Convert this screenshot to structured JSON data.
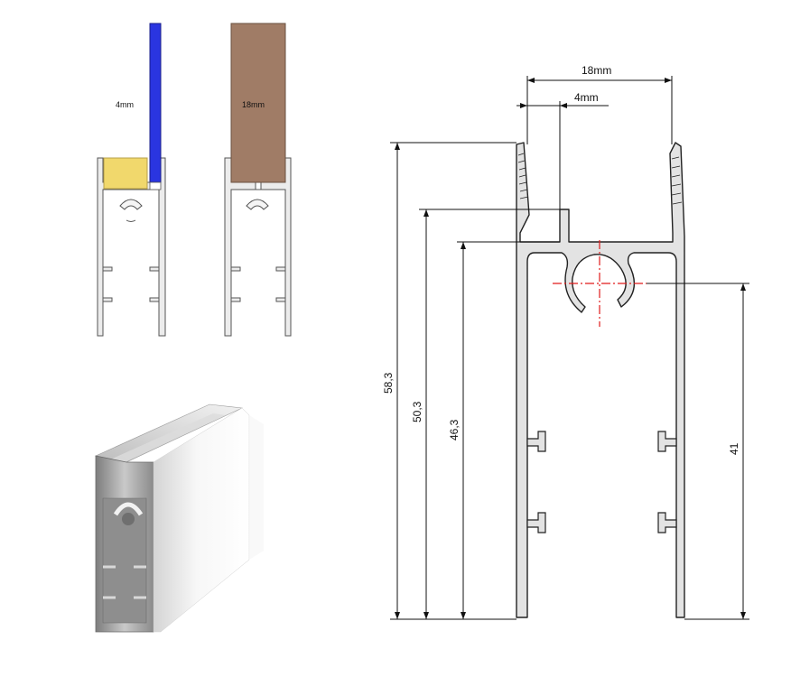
{
  "left_top_diagram": {
    "glass_label": "4mm",
    "panel_label": "18mm",
    "colors": {
      "glass": "#2a35e0",
      "panel": "#a07c66",
      "filler": "#f1d86c",
      "profile_fill": "#e8e8e8",
      "profile_stroke": "#555555"
    }
  },
  "technical_drawing": {
    "top_width": "18mm",
    "inner_width": "4mm",
    "height_total": "58,3",
    "height_inner": "50,3",
    "height_body": "46,3",
    "height_center": "41",
    "colors": {
      "profile_fill": "#e3e3e3",
      "profile_stroke": "#222222",
      "centerline": "#e01a1a",
      "dimension": "#111111"
    }
  }
}
